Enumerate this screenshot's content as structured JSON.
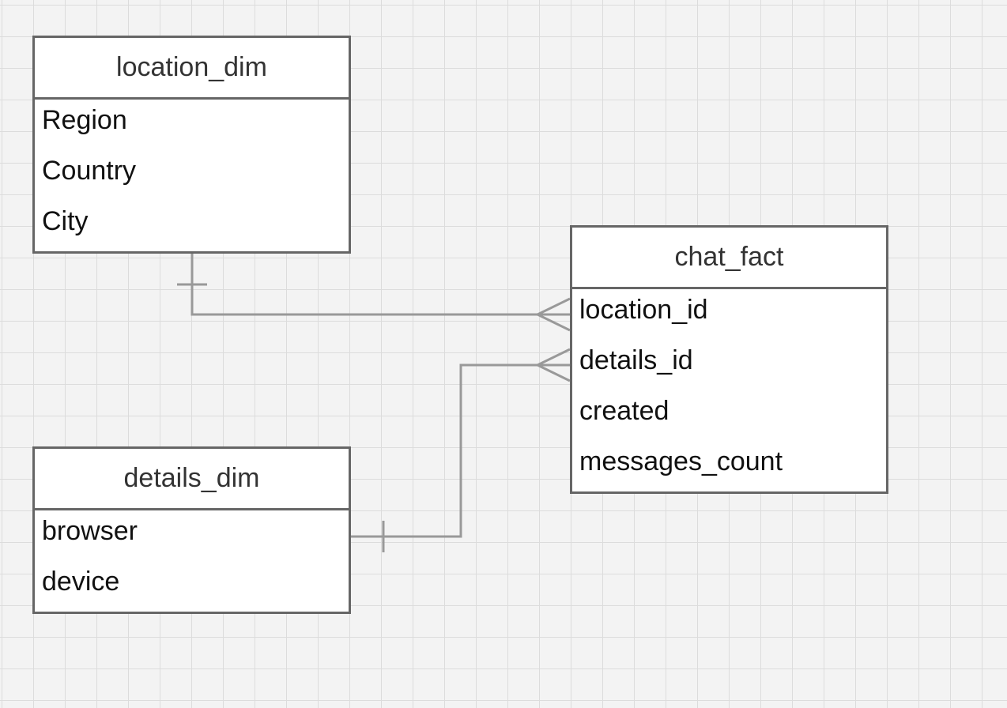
{
  "entities": {
    "location_dim": {
      "title": "location_dim",
      "fields": [
        "Region",
        "Country",
        "City"
      ]
    },
    "chat_fact": {
      "title": "chat_fact",
      "fields": [
        "location_id",
        "details_id",
        "created",
        "messages_count"
      ]
    },
    "details_dim": {
      "title": "details_dim",
      "fields": [
        "browser",
        "device"
      ]
    }
  },
  "relationships": [
    {
      "from": "location_dim",
      "to": "chat_fact.location_id",
      "from_cardinality": "one",
      "to_cardinality": "many"
    },
    {
      "from": "details_dim",
      "to": "chat_fact.details_id",
      "from_cardinality": "one",
      "to_cardinality": "many"
    }
  ],
  "colors": {
    "background": "#f3f3f3",
    "grid": "#dcdcdc",
    "entity_border": "#666666",
    "connector": "#999999"
  }
}
